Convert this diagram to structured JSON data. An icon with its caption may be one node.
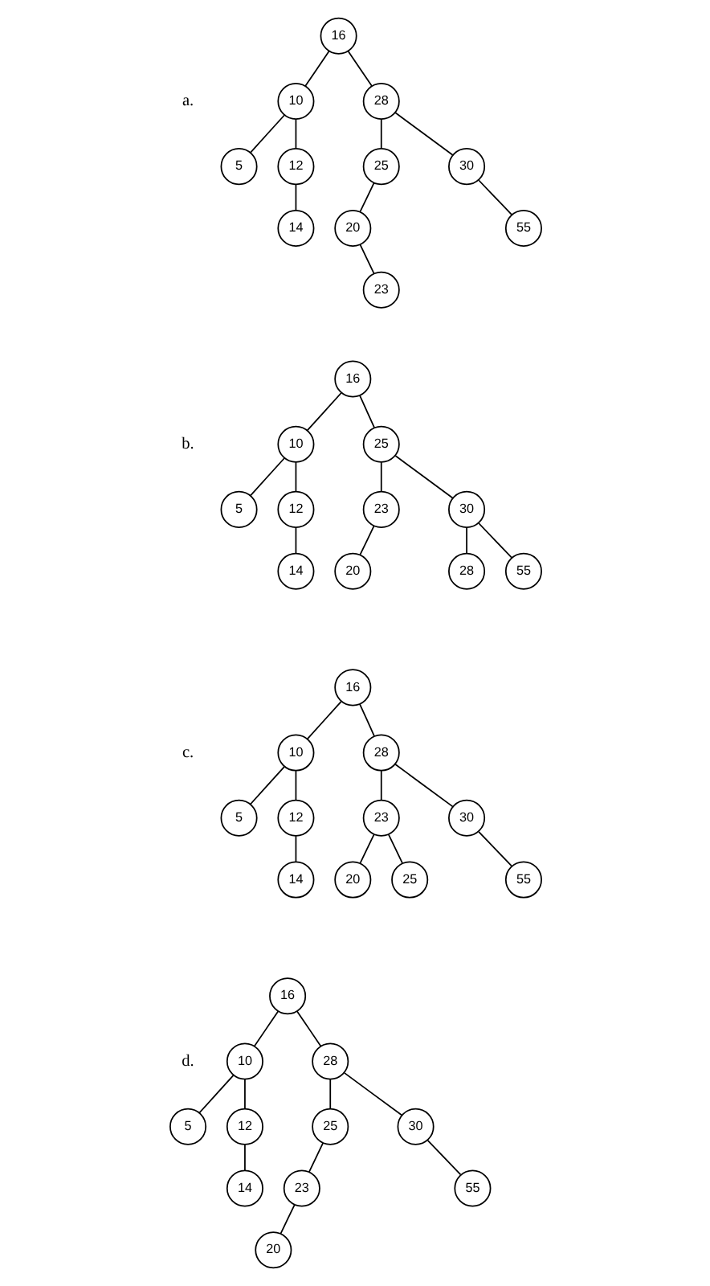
{
  "diagram": {
    "nodes": [
      {
        "text": [
          "16"
        ]
      },
      {
        "text": [
          "10"
        ]
      },
      {
        "text": [
          "28"
        ]
      },
      {
        "text": [
          "5"
        ]
      },
      {
        "text": [
          "12"
        ]
      },
      {
        "text": [
          "25"
        ]
      },
      {
        "text": [
          "30"
        ]
      },
      {
        "text": [
          "14"
        ]
      },
      {
        "text": [
          "20"
        ]
      },
      {
        "text": [
          "55"
        ]
      },
      {
        "text": [
          "23"
        ]
      },
      {
        "text": [
          "16"
        ]
      },
      {
        "text": [
          "10"
        ]
      },
      {
        "text": [
          "25"
        ]
      },
      {
        "text": [
          "5"
        ]
      },
      {
        "text": [
          "12"
        ]
      },
      {
        "text": [
          "23"
        ]
      },
      {
        "text": [
          "30"
        ]
      },
      {
        "text": [
          "14"
        ]
      },
      {
        "text": [
          "20"
        ]
      },
      {
        "text": [
          "28"
        ]
      },
      {
        "text": [
          "55"
        ]
      },
      {
        "text": [
          "16"
        ]
      },
      {
        "text": [
          "10"
        ]
      },
      {
        "text": [
          "28"
        ]
      },
      {
        "text": [
          "5"
        ]
      },
      {
        "text": [
          "12"
        ]
      },
      {
        "text": [
          "23"
        ]
      },
      {
        "text": [
          "30"
        ]
      },
      {
        "text": [
          "14"
        ]
      },
      {
        "text": [
          "20"
        ]
      },
      {
        "text": [
          "25"
        ]
      },
      {
        "text": [
          "55"
        ]
      },
      {
        "text": [
          "16"
        ]
      },
      {
        "text": [
          "10"
        ]
      },
      {
        "text": [
          "28"
        ]
      },
      {
        "text": [
          "5"
        ]
      },
      {
        "text": [
          "12"
        ]
      },
      {
        "text": [
          "25"
        ]
      },
      {
        "text": [
          "30"
        ]
      },
      {
        "text": [
          "14"
        ]
      },
      {
        "text": [
          "23"
        ]
      },
      {
        "text": [
          "55"
        ]
      },
      {
        "text": [
          "20"
        ]
      }
    ],
    "edges": [
      {
        "from": 0,
        "to": 1,
        "arrow": "none"
      },
      {
        "from": 0,
        "to": 2,
        "arrow": "none"
      },
      {
        "from": 1,
        "to": 3,
        "arrow": "none"
      },
      {
        "from": 1,
        "to": 4,
        "arrow": "none"
      },
      {
        "from": 2,
        "to": 5,
        "arrow": "none"
      },
      {
        "from": 2,
        "to": 6,
        "arrow": "none"
      },
      {
        "from": 4,
        "to": 7,
        "arrow": "none"
      },
      {
        "from": 5,
        "to": 8,
        "arrow": "none"
      },
      {
        "from": 6,
        "to": 9,
        "arrow": "none"
      },
      {
        "from": 8,
        "to": 10,
        "arrow": "none"
      },
      {
        "from": 11,
        "to": 12,
        "arrow": "none"
      },
      {
        "from": 11,
        "to": 13,
        "arrow": "none"
      },
      {
        "from": 12,
        "to": 14,
        "arrow": "none"
      },
      {
        "from": 12,
        "to": 15,
        "arrow": "none"
      },
      {
        "from": 13,
        "to": 16,
        "arrow": "none"
      },
      {
        "from": 13,
        "to": 17,
        "arrow": "none"
      },
      {
        "from": 15,
        "to": 18,
        "arrow": "none"
      },
      {
        "from": 16,
        "to": 19,
        "arrow": "none"
      },
      {
        "from": 17,
        "to": 20,
        "arrow": "none"
      },
      {
        "from": 17,
        "to": 21,
        "arrow": "none"
      },
      {
        "from": 22,
        "to": 23,
        "arrow": "none"
      },
      {
        "from": 22,
        "to": 24,
        "arrow": "none"
      },
      {
        "from": 23,
        "to": 25,
        "arrow": "none"
      },
      {
        "from": 23,
        "to": 26,
        "arrow": "none"
      },
      {
        "from": 24,
        "to": 27,
        "arrow": "none"
      },
      {
        "from": 24,
        "to": 28,
        "arrow": "none"
      },
      {
        "from": 26,
        "to": 29,
        "arrow": "none"
      },
      {
        "from": 27,
        "to": 30,
        "arrow": "none"
      },
      {
        "from": 27,
        "to": 31,
        "arrow": "none"
      },
      {
        "from": 28,
        "to": 32,
        "arrow": "none"
      },
      {
        "from": 33,
        "to": 34,
        "arrow": "none"
      },
      {
        "from": 33,
        "to": 35,
        "arrow": "none"
      },
      {
        "from": 34,
        "to": 36,
        "arrow": "none"
      },
      {
        "from": 34,
        "to": 37,
        "arrow": "none"
      },
      {
        "from": 35,
        "to": 38,
        "arrow": "none"
      },
      {
        "from": 35,
        "to": 39,
        "arrow": "none"
      },
      {
        "from": 37,
        "to": 40,
        "arrow": "none"
      },
      {
        "from": 38,
        "to": 41,
        "arrow": "none"
      },
      {
        "from": 39,
        "to": 42,
        "arrow": "none"
      },
      {
        "from": 41,
        "to": 43,
        "arrow": "none"
      }
    ],
    "labels": [
      "a.",
      "b.",
      "c.",
      "d."
    ]
  }
}
